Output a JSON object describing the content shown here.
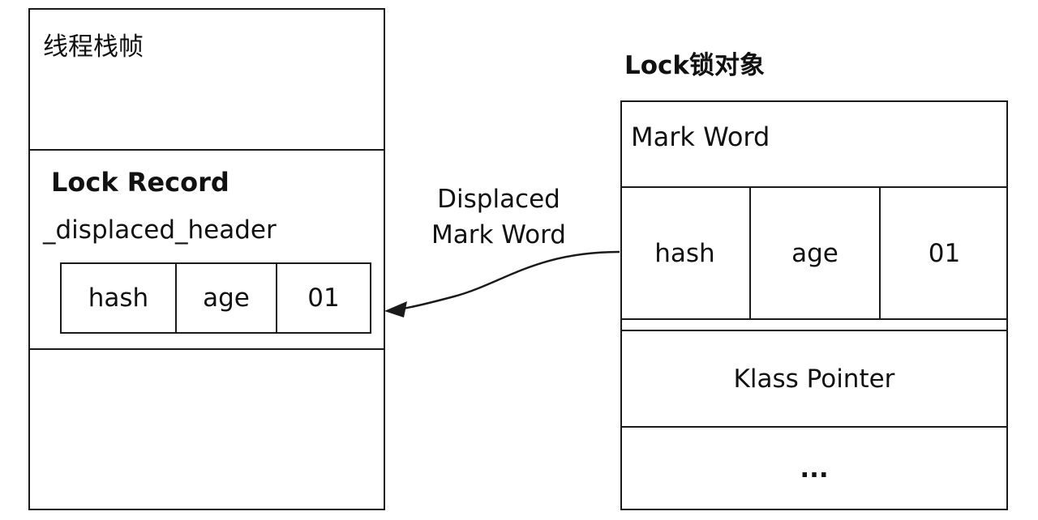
{
  "thread_stack": {
    "title": "线程栈帧",
    "lock_record": {
      "title": "Lock Record",
      "field_label": "_displaced_header",
      "cells": [
        "hash",
        "age",
        "01"
      ]
    }
  },
  "arrow": {
    "label_line1": "Displaced",
    "label_line2": "Mark Word"
  },
  "lock_object": {
    "title": "Lock锁对象",
    "mark_word_label": "Mark Word",
    "mark_word_cells": [
      "hash",
      "age",
      "01"
    ],
    "klass_pointer": "Klass Pointer",
    "ellipsis": "..."
  }
}
